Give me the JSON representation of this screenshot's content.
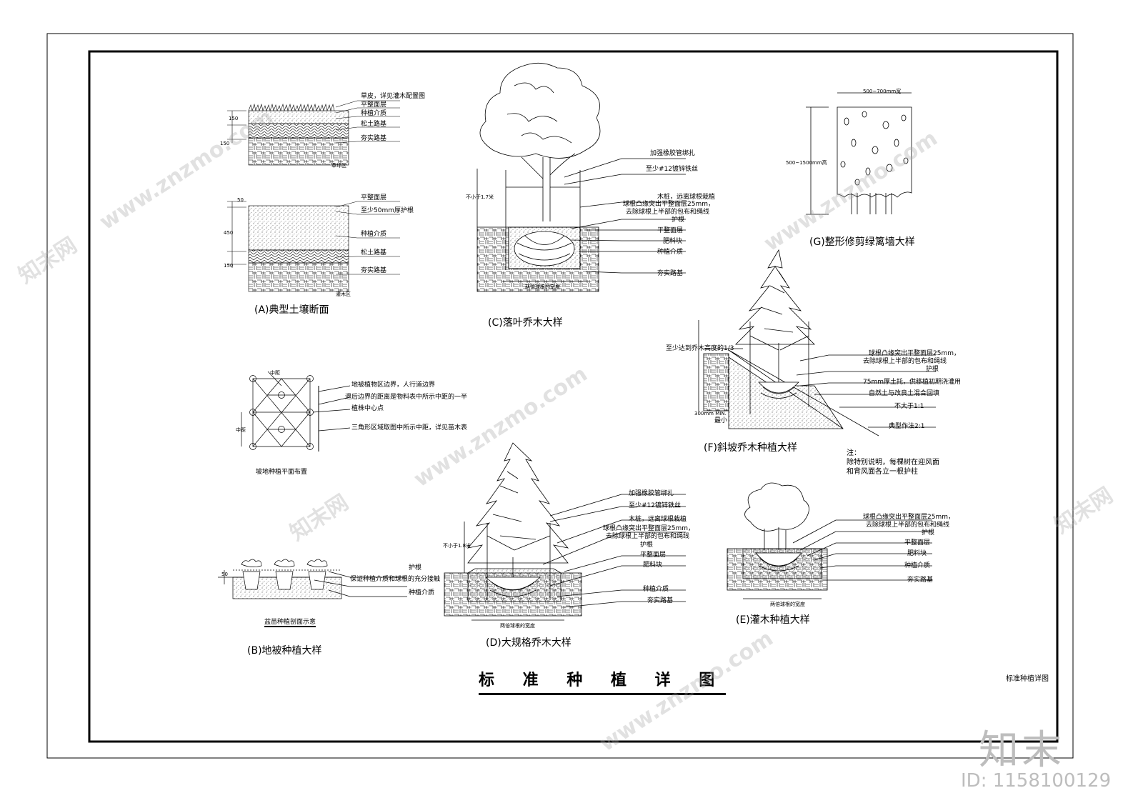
{
  "drawing": {
    "main_title": "标 准 种 植 详 图",
    "sheet_name": "标准种植详图"
  },
  "panel_a": {
    "caption": "(A)典型土壤断面",
    "lawn": {
      "labels": [
        "草皮，详见灌木配置图",
        "平整面层",
        "种植介质",
        "松土路基",
        "夯实路基"
      ],
      "zone": "草坪区",
      "dims": [
        "150",
        "150"
      ]
    },
    "shrub": {
      "labels": [
        "平整面层",
        "至少50mm厚护根",
        "种植介质",
        "松土路基",
        "夯实路基"
      ],
      "zone": "灌木区",
      "dims": [
        "50",
        "450",
        "150"
      ]
    }
  },
  "panel_b": {
    "caption": "(B)地被种植大样",
    "grid_caption": "坡地种植平面布置",
    "grid_labels": [
      "地被植物区边界，人行道边界",
      "退后边界的距离是物料表中所示中距的一半",
      "植株中心点",
      "三角形区域取图中所示中距，详见苗木表"
    ],
    "grid_dims": [
      "中距",
      "中距"
    ],
    "pot_caption": "盆苗种植剖面示意",
    "pot_labels": [
      "护根",
      "保证种植介质和球根的充分接触",
      "种植介质"
    ],
    "pot_dim": "50"
  },
  "panel_c": {
    "caption": "(C)落叶乔木大样",
    "labels": [
      "加强橡胶管绑扎",
      "至少#12镀锌铁丝",
      "木桩，远离球根栽植",
      "球根凸缘突出平整面层25mm，",
      "去除球根上半部的包布和绳线",
      "护根",
      "平整面层",
      "肥料块",
      "种植介质",
      "夯实路基"
    ],
    "height_note": "不小于1.7米",
    "width_note": "两倍球根的宽度"
  },
  "panel_d": {
    "caption": "(D)大规格乔木大样",
    "labels": [
      "加强橡胶管绑扎",
      "至少#12镀锌铁丝",
      "木桩，远离球根栽植",
      "球根凸缘突出平整面层25mm，",
      "去除球根上半部的包布和绳线",
      "护根",
      "平整面层",
      "肥料块",
      "种植介质",
      "夯实路基"
    ],
    "height_note": "不小于1.8米",
    "width_note": "两倍球根的宽度"
  },
  "panel_e": {
    "caption": "(E)灌木种植大样",
    "labels": [
      "球根凸缘突出平整面层25mm，",
      "去除球根上半部的包布和绳线",
      "护根",
      "平整面层",
      "肥料块",
      "种植介质",
      "夯实路基"
    ],
    "width_note": "两倍球根的宽度"
  },
  "panel_f": {
    "caption": "(F)斜坡乔木种植大样",
    "top_note": "至少达到乔木高度的1/3",
    "labels": [
      "球根凸缘突出平整面层25mm，",
      "去除球根上半部的包布和绳线",
      "护根",
      "75mm厚土托，供移植初期浇灌用",
      "自然土与改良土混合回填",
      "不大于1:1",
      "典型作法2:1"
    ],
    "min_note": "300mm MIN.",
    "min_word": "最小",
    "note_title": "注：",
    "note_lines": [
      "除特别说明，每棵树在迎风面",
      "和背风面各立一根护柱"
    ]
  },
  "panel_g": {
    "caption": "(G)整形修剪绿篱墙大样",
    "width_dim": "500~700mm宽",
    "height_dim": "500~1500mm高"
  },
  "watermark": {
    "site": "www.znzmo.com",
    "brand": "知末网",
    "logo": "知末",
    "id": "ID: 1158100129"
  }
}
